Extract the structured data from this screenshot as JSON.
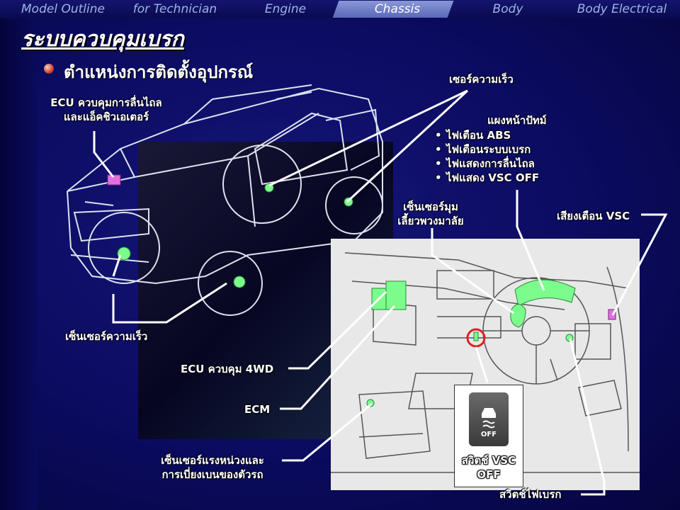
{
  "tabs": [
    {
      "label": "Model Outline",
      "active": false
    },
    {
      "label": "for Technician",
      "active": false
    },
    {
      "label": "Engine",
      "active": false
    },
    {
      "label": "Chassis",
      "active": true
    },
    {
      "label": "Body",
      "active": false
    },
    {
      "label": "Body Electrical",
      "active": false
    }
  ],
  "title": "ระบบควบคุมเบรก",
  "subtitle": "ตำแหน่งการติดตั้งอุปกรณ์",
  "labels": {
    "ecu_skid_line1": "ECU ควบคุมการลื่นไถล",
    "ecu_skid_line2": "และแอ็คชิวเอเตอร์",
    "speed_sensor_top": "เซอร์ความเร็ว",
    "panel_title": "แผงหน้าปัทม์",
    "panel_items": [
      "ไฟเตือน ABS",
      "ไฟเตือนระบบเบรก",
      "ไฟแสดงการลื่นไถล",
      "ไฟแสดง VSC OFF"
    ],
    "steering_sensor_line1": "เซ็นเซอร์มุม",
    "steering_sensor_line2": "เลี้ยวพวงมาลัย",
    "vsc_buzzer": "เสียงเตือน VSC",
    "speed_sensor_left": "เซ็นเซอร์ความเร็ว",
    "ecu_4wd": "ECU ควบคุม 4WD",
    "ecm": "ECM",
    "yaw_sensor_line1": "เซ็นเซอร์แรงหน่วงและ",
    "yaw_sensor_line2": "การเบี่ยงเบนของตัวรถ",
    "vsc_switch_line1": "สวิตช์ VSC",
    "vsc_switch_line2": "OFF",
    "vsc_switch_icon_text": "OFF",
    "stop_lamp_switch": "สวิตช์ไฟเบรก"
  },
  "colors": {
    "background": "#0a0a5c",
    "sensor": "#7CFC8C",
    "buzzer": "#e070e0",
    "highlight": "#e02020"
  }
}
